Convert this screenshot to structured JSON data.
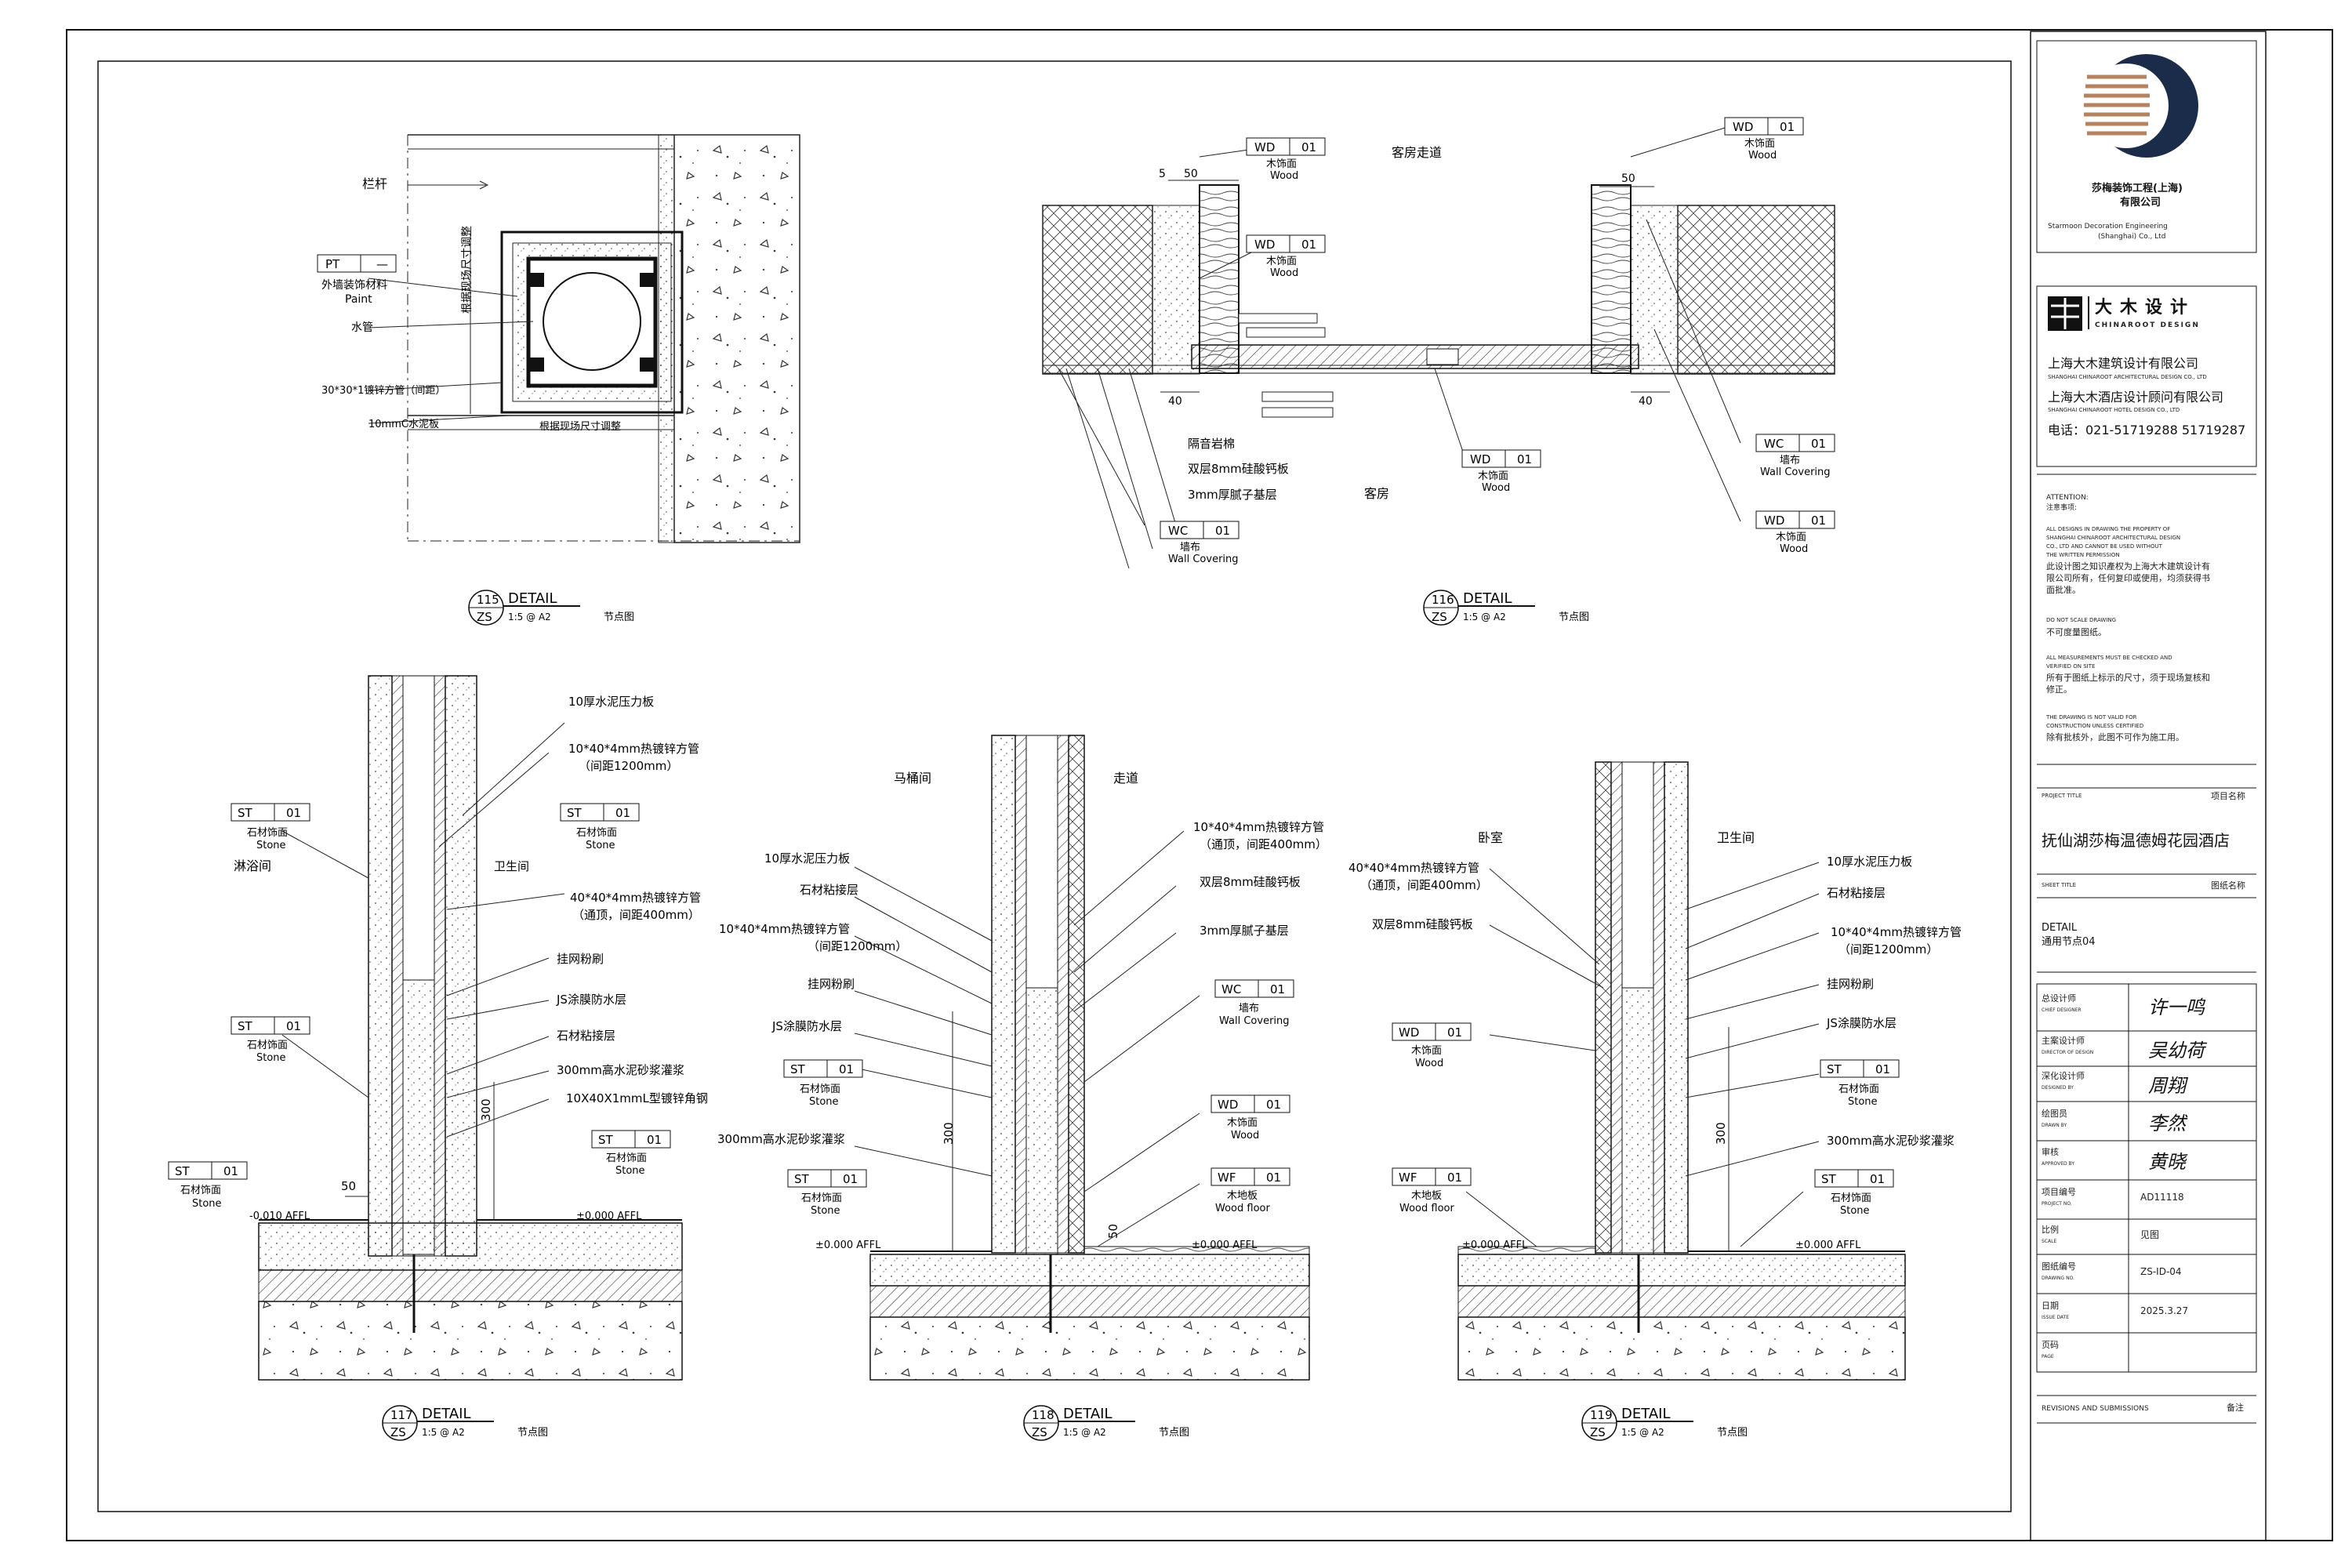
{
  "drawing_title": "DETAIL",
  "drawing_ref": "ZS",
  "scale_text": "1:5  @ A2",
  "node_label": "节点图",
  "details": [
    {
      "no": "115",
      "rooms": [],
      "labels": [
        "栏杆",
        "外墙装饰材料",
        "Paint",
        "水管",
        "30*30*1镀锌方管（间距）",
        "10mmC水泥板",
        "根据现场尺寸调整",
        "根据现场尺寸调整"
      ],
      "tags": [
        {
          "code": "PT",
          "num": "—"
        }
      ]
    },
    {
      "no": "116",
      "rooms": [
        "客房走道",
        "客房"
      ],
      "labels": [
        "木饰面",
        "Wood",
        "木饰面",
        "Wood",
        "木饰面",
        "Wood",
        "墙布",
        "Wall Covering",
        "木饰面",
        "Wood",
        "隔音岩棉",
        "双层8mm硅酸钙板",
        "3mm厚腻子基层",
        "墙布",
        "Wall Covering",
        "木饰面",
        "Wood"
      ],
      "dims": [
        "5",
        "50",
        "50",
        "40",
        "40"
      ],
      "tags": [
        {
          "code": "WD",
          "num": "01"
        },
        {
          "code": "WD",
          "num": "01"
        },
        {
          "code": "WD",
          "num": "01"
        },
        {
          "code": "WC",
          "num": "01"
        },
        {
          "code": "WD",
          "num": "01"
        },
        {
          "code": "WC",
          "num": "01"
        },
        {
          "code": "WD",
          "num": "01"
        }
      ]
    },
    {
      "no": "117",
      "rooms": [
        "淋浴间",
        "卫生间"
      ],
      "labels": [
        "10厚水泥压力板",
        "10*40*4mm热镀锌方管",
        "（间距1200mm）",
        "石材饰面",
        "Stone",
        "石材饰面",
        "Stone",
        "40*40*4mm热镀锌方管",
        "（通顶，间距400mm）",
        "挂网粉刷",
        "JS涂膜防水层",
        "石材饰面",
        "Stone",
        "石材粘接层",
        "300mm高水泥砂浆灌浆",
        "10X40X1mmL型镀锌角钢",
        "石材饰面",
        "Stone",
        "石材饰面",
        "Stone"
      ],
      "dims": [
        "300",
        "50"
      ],
      "levels": [
        "-0.010  AFFL",
        "±0.000  AFFL"
      ],
      "tags": [
        {
          "code": "ST",
          "num": "01"
        },
        {
          "code": "ST",
          "num": "01"
        },
        {
          "code": "ST",
          "num": "01"
        },
        {
          "code": "ST",
          "num": "01"
        },
        {
          "code": "ST",
          "num": "01"
        }
      ]
    },
    {
      "no": "118",
      "rooms": [
        "马桶间",
        "走道"
      ],
      "labels": [
        "10*40*4mm热镀锌方管",
        "（通顶，间距400mm）",
        "10厚水泥压力板",
        "双层8mm硅酸钙板",
        "石材粘接层",
        "10*40*4mm热镀锌方管",
        "（间距1200mm）",
        "3mm厚腻子基层",
        "挂网粉刷",
        "墙布",
        "Wall Covering",
        "JS涂膜防水层",
        "石材饰面",
        "Stone",
        "木饰面",
        "Wood",
        "300mm高水泥砂浆灌浆",
        "木地板",
        "Wood floor",
        "石材饰面",
        "Stone"
      ],
      "dims": [
        "300",
        "50"
      ],
      "levels": [
        "±0.000  AFFL",
        "±0.000  AFFL"
      ],
      "tags": [
        {
          "code": "WC",
          "num": "01"
        },
        {
          "code": "ST",
          "num": "01"
        },
        {
          "code": "WD",
          "num": "01"
        },
        {
          "code": "ST",
          "num": "01"
        },
        {
          "code": "WF",
          "num": "01"
        }
      ]
    },
    {
      "no": "119",
      "rooms": [
        "卧室",
        "卫生间"
      ],
      "labels": [
        "40*40*4mm热镀锌方管",
        "（通顶，间距400mm）",
        "10厚水泥压力板",
        "双层8mm硅酸钙板",
        "石材粘接层",
        "10*40*4mm热镀锌方管",
        "（间距1200mm）",
        "挂网粉刷",
        "木饰面",
        "Wood",
        "JS涂膜防水层",
        "石材饰面",
        "Stone",
        "300mm高水泥砂浆灌浆",
        "木地板",
        "Wood floor",
        "石材饰面",
        "Stone"
      ],
      "dims": [
        "300"
      ],
      "levels": [
        "±0.000  AFFL",
        "±0.000  AFFL"
      ],
      "tags": [
        {
          "code": "WD",
          "num": "01"
        },
        {
          "code": "ST",
          "num": "01"
        },
        {
          "code": "WF",
          "num": "01"
        },
        {
          "code": "ST",
          "num": "01"
        }
      ]
    }
  ],
  "title_block": {
    "company_cn": "莎梅装饰工程(上海)",
    "company_cn2": "有限公司",
    "company_en": "Starmoon Decoration Engineering",
    "company_en2": "(Shanghai) Co., Ltd",
    "chinaroot_cn": "大木设计",
    "chinaroot_en": "CHINAROOT DESIGN",
    "arch_cn": "上海大木建筑设计有限公司",
    "arch_en": "SHANGHAI CHINAROOT ARCHITECTURAL DESIGN CO., LTD",
    "hotel_cn": "上海大木酒店设计顾问有限公司",
    "hotel_en": "SHANGHAI CHINAROOT HOTEL DESIGN CO., LTD",
    "phone": "电话：021-51719288 51719287",
    "attention": "ATTENTION:",
    "attention_cn": "注意事项:",
    "notes_en1": "ALL DESIGNS IN DRAWING THE PROPERTY OF",
    "notes_en1b": "SHANGHAI CHINAROOT ARCHITECTURAL DESIGN",
    "notes_en1c": "CO., LTD AND CANNOT BE USED WITHOUT",
    "notes_en1d": "THE WRITTEN PERMISSION",
    "notes_cn1": "此设计图之知识產权为上海大木建筑设计有",
    "notes_cn1b": "限公司所有，任何复印或使用，均须获得书",
    "notes_cn1c": "面批准。",
    "notes_en2": "DO NOT SCALE DRAWING",
    "notes_cn2": "不可度量图纸。",
    "notes_en3": "ALL MEASUREMENTS MUST BE CHECKED AND",
    "notes_en3b": "VERIFIED ON SITE",
    "notes_cn3": "所有于图纸上标示的尺寸，须于现场复核和",
    "notes_cn3b": "修正。",
    "notes_en4": "THE DRAWING IS NOT VALID FOR",
    "notes_en4b": "CONSTRUCTION UNLESS CERTIFIED",
    "notes_cn4": "除有批核外，此图不可作为施工用。",
    "project_title_en": "PROJECT TITLE",
    "project_title_cn": "项目名称",
    "project_name": "抚仙湖莎梅温德姆花园酒店",
    "sheet_title_en": "SHEET TITLE",
    "sheet_title_cn": "图纸名称",
    "sheet_name": "DETAIL",
    "sheet_sub": "通用节点04",
    "sign_rows": [
      {
        "cn": "总设计师",
        "en": "CHIEF DESIGNER",
        "sig": "许一鸣"
      },
      {
        "cn": "主案设计师",
        "en": "DIRECTOR OF DESIGN",
        "sig": "吴幼荷"
      },
      {
        "cn": "深化设计师",
        "en": "DESIGNED BY",
        "sig": "周翔"
      },
      {
        "cn": "绘图员",
        "en": "DRAWN BY",
        "sig": "李然"
      },
      {
        "cn": "审核",
        "en": "APPROVED BY",
        "sig": "黄晓"
      }
    ],
    "info_rows": [
      {
        "cn": "项目编号",
        "en": "PROJECT NO.",
        "val": "AD11118"
      },
      {
        "cn": "比例",
        "en": "SCALE",
        "val": "见图"
      },
      {
        "cn": "图纸编号",
        "en": "DRAWING NO.",
        "val": "ZS-ID-04"
      },
      {
        "cn": "日期",
        "en": "ISSUE DATE",
        "val": "2025.3.27"
      },
      {
        "cn": "页码",
        "en": "PAGE",
        "val": ""
      }
    ],
    "revisions": "REVISIONS AND SUBMISSIONS",
    "revisions_cn": "备注"
  }
}
